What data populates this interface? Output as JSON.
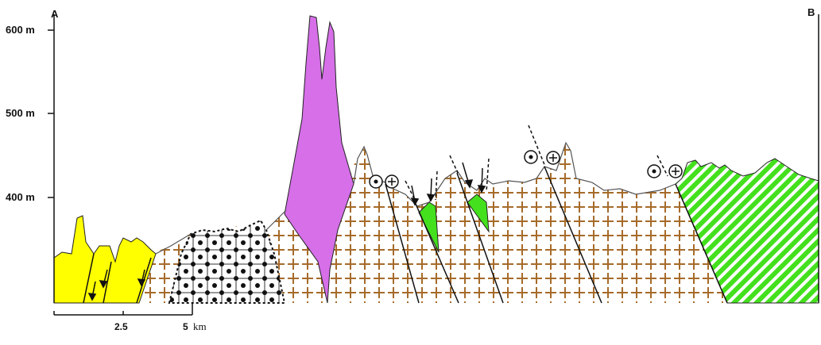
{
  "section": {
    "start_label": "A",
    "end_label": "B",
    "elevation_labels": [
      "600 m",
      "500 m",
      "400 m"
    ],
    "scale_labels": [
      "2.5",
      "5"
    ],
    "scale_unit": "km",
    "colors": {
      "yellow_unit": "#ffff00",
      "magenta_intrusion": "#d66fe8",
      "green_hatched_unit": "#44e01e",
      "cross_pattern": "#a66b2a",
      "dot_pattern": "#111111",
      "outline": "#222222"
    }
  }
}
